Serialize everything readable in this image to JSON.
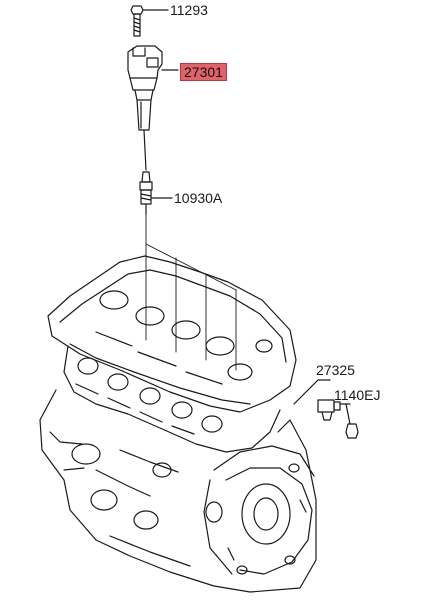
{
  "parts": [
    {
      "id": "bolt",
      "number": "11293"
    },
    {
      "id": "ignition-coil",
      "number": "27301",
      "highlighted": true
    },
    {
      "id": "spark-plug",
      "number": "10930A"
    },
    {
      "id": "sensor",
      "number": "27325"
    },
    {
      "id": "sensor-bolt",
      "number": "1140EJ"
    }
  ],
  "colors": {
    "highlight": "#e0626b",
    "line": "#1a1a1a"
  }
}
